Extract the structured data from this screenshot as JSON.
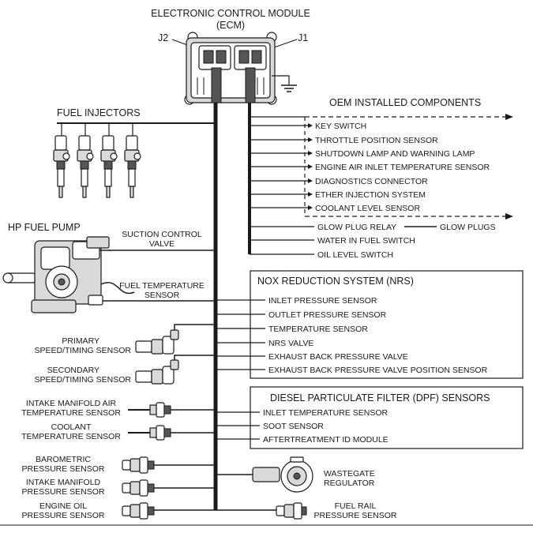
{
  "ecm": {
    "title_line1": "ELECTRONIC CONTROL MODULE",
    "title_line2": "(ECM)",
    "j2": "J2",
    "j1": "J1"
  },
  "fuel_injectors": {
    "title": "FUEL INJECTORS"
  },
  "oem": {
    "title": "OEM INSTALLED COMPONENTS",
    "items": [
      "KEY SWITCH",
      "THROTTLE POSITION SENSOR",
      "SHUTDOWN LAMP AND WARNING LAMP",
      "ENGINE AIR INLET TEMPERATURE SENSOR",
      "DIAGNOSTICS CONNECTOR",
      "ETHER INJECTION SYSTEM",
      "COOLANT LEVEL SENSOR"
    ],
    "glow_plug_relay": "GLOW PLUG RELAY",
    "glow_plugs": "GLOW PLUGS",
    "water_in_fuel": "WATER IN FUEL SWITCH",
    "oil_level": "OIL LEVEL SWITCH"
  },
  "hp_pump": {
    "title": "HP FUEL PUMP",
    "suction_line1": "SUCTION CONTROL",
    "suction_line2": "VALVE",
    "fueltemp_line1": "FUEL TEMPERATURE",
    "fueltemp_line2": "SENSOR"
  },
  "nrs": {
    "title": "NOX REDUCTION SYSTEM (NRS)",
    "items": [
      "INLET PRESSURE SENSOR",
      "OUTLET PRESSURE SENSOR",
      "TEMPERATURE SENSOR",
      "NRS VALVE",
      "EXHAUST BACK PRESSURE VALVE",
      "EXHAUST BACK PRESSURE VALVE POSITION SENSOR"
    ]
  },
  "dpf": {
    "title": "DIESEL PARTICULATE FILTER (DPF) SENSORS",
    "items": [
      "INLET TEMPERATURE SENSOR",
      "SOOT SENSOR",
      "AFTERTREATMENT ID MODULE"
    ]
  },
  "left_sensors": {
    "primary_line1": "PRIMARY",
    "primary_line2": "SPEED/TIMING SENSOR",
    "secondary_line1": "SECONDARY",
    "secondary_line2": "SPEED/TIMING SENSOR",
    "intake_air_line1": "INTAKE MANIFOLD AIR",
    "intake_air_line2": "TEMPERATURE SENSOR",
    "coolant_line1": "COOLANT",
    "coolant_line2": "TEMPERATURE SENSOR",
    "baro_line1": "BAROMETRIC",
    "baro_line2": "PRESSURE SENSOR",
    "intake_press_line1": "INTAKE MANIFOLD",
    "intake_press_line2": "PRESSURE SENSOR",
    "oil_line1": "ENGINE OIL",
    "oil_line2": "PRESSURE SENSOR"
  },
  "right_devices": {
    "wastegate_line1": "WASTEGATE",
    "wastegate_line2": "REGULATOR",
    "fuelrail_line1": "FUEL RAIL",
    "fuelrail_line2": "PRESSURE SENSOR"
  }
}
